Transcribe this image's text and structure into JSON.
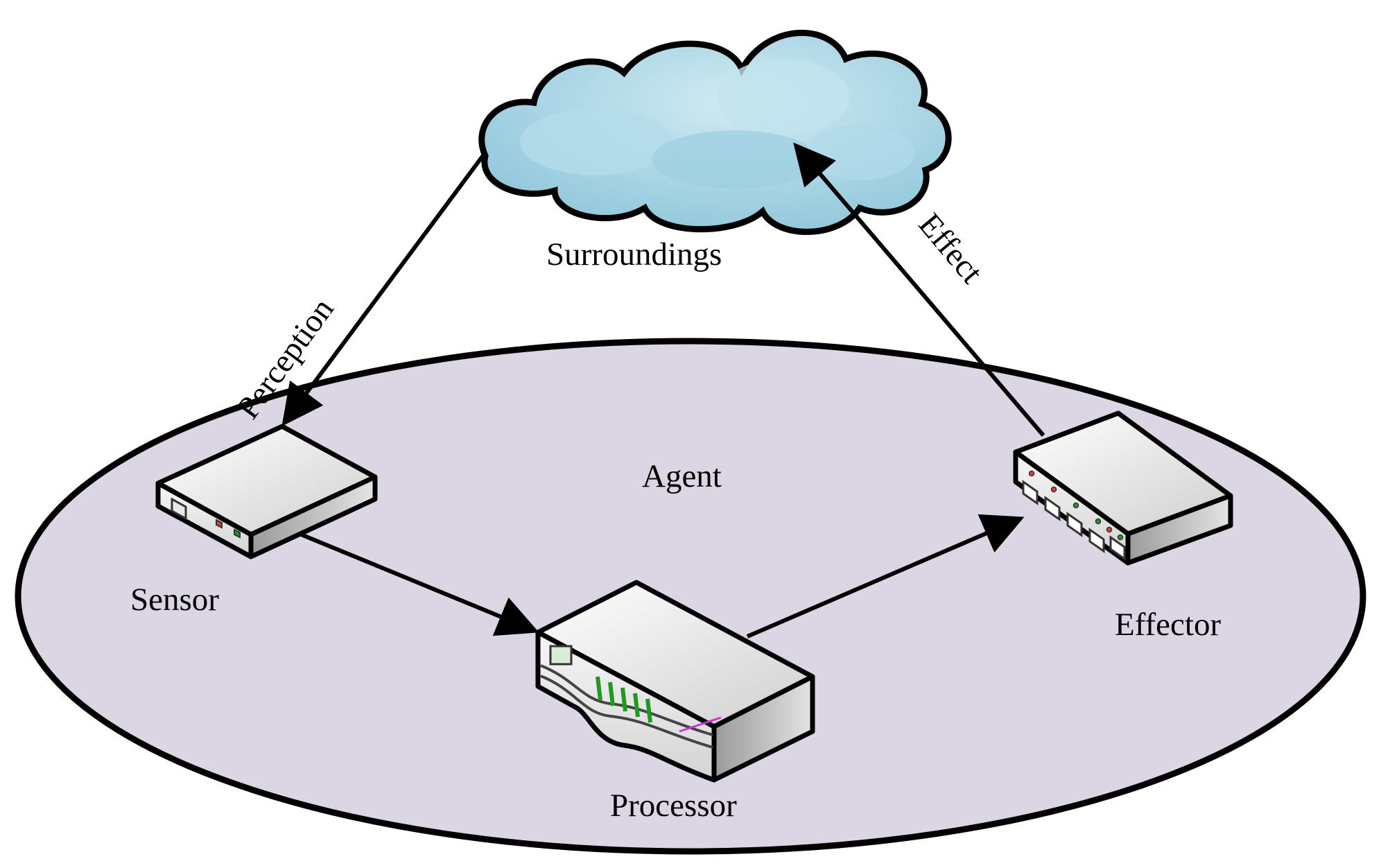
{
  "diagram": {
    "labels": {
      "surroundings": "Surroundings",
      "perception": "Perception",
      "effect": "Effect",
      "agent": "Agent",
      "sensor": "Sensor",
      "processor": "Processor",
      "effector": "Effector"
    },
    "icons": {
      "surroundings": "cloud-icon",
      "sensor": "modem-device-icon",
      "processor": "server-device-icon",
      "effector": "network-switch-icon"
    },
    "colors": {
      "agent_region": "#dcd6e4",
      "cloud": "#a9d5e5",
      "outline": "#000000",
      "led_green": "#1e9a1e",
      "led_red": "#e23c3c",
      "accent_magenta": "#cc33cc"
    }
  }
}
